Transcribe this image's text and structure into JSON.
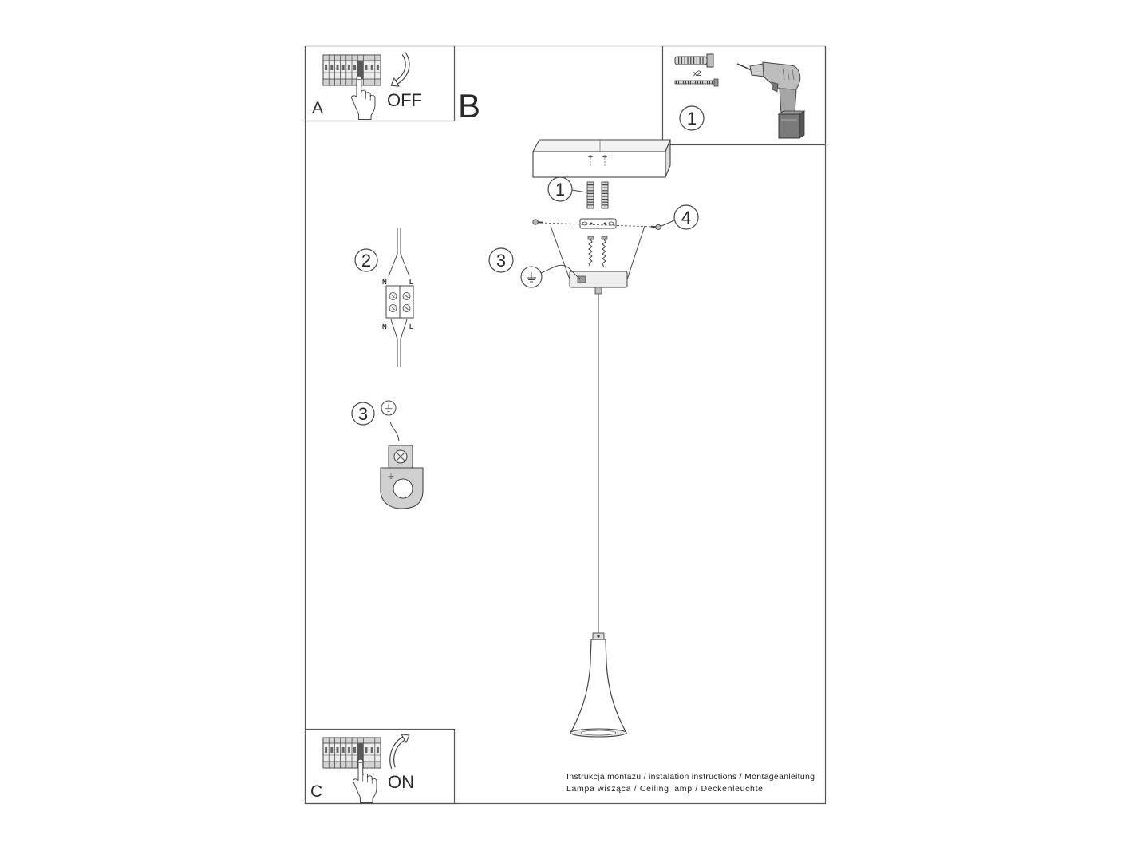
{
  "step_a": {
    "letter": "A",
    "action": "OFF"
  },
  "step_b": {
    "letter": "B"
  },
  "step_c": {
    "letter": "C",
    "action": "ON"
  },
  "tools": {
    "quantity": "x2",
    "number": "1"
  },
  "callouts": {
    "anchors": "1",
    "screws": "4",
    "ground": "3"
  },
  "wiring": {
    "number": "2",
    "top_neutral": "N",
    "top_live": "L",
    "bottom_neutral": "N",
    "bottom_live": "L"
  },
  "ground_detail": {
    "number": "3"
  },
  "footer": {
    "line1": "Instrukcja montażu / instalation instructions / Montageanleitung",
    "line2": "Lampa wisząca / Ceiling lamp / Deckenleuchte"
  },
  "icons": {
    "breaker": "circuit-breaker-icon",
    "hand": "hand-pointer-icon",
    "arrow": "curved-arrow-icon",
    "plug": "wall-plug-icon",
    "screw": "screw-icon",
    "drill": "drill-icon",
    "ground": "ground-symbol-icon",
    "terminal": "terminal-block-icon",
    "lamp": "pendant-lamp-icon"
  },
  "colors": {
    "ink": "#3a3a3a",
    "frame": "#555555",
    "fill": "#d6d6d6",
    "background": "#ffffff"
  }
}
